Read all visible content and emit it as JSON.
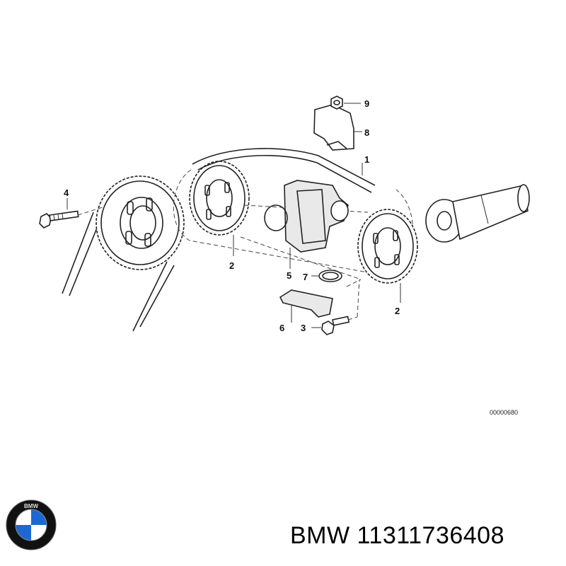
{
  "diagram": {
    "drawing_number": "00000680",
    "callouts": [
      "1",
      "2",
      "2",
      "3",
      "4",
      "5",
      "6",
      "7",
      "8",
      "9"
    ]
  },
  "brand": {
    "logo_text": "BMW",
    "logo_colors": {
      "blue": "#1c69d4",
      "white": "#ffffff",
      "ring": "#111111"
    }
  },
  "part": {
    "label": "BMW 11311736408"
  }
}
